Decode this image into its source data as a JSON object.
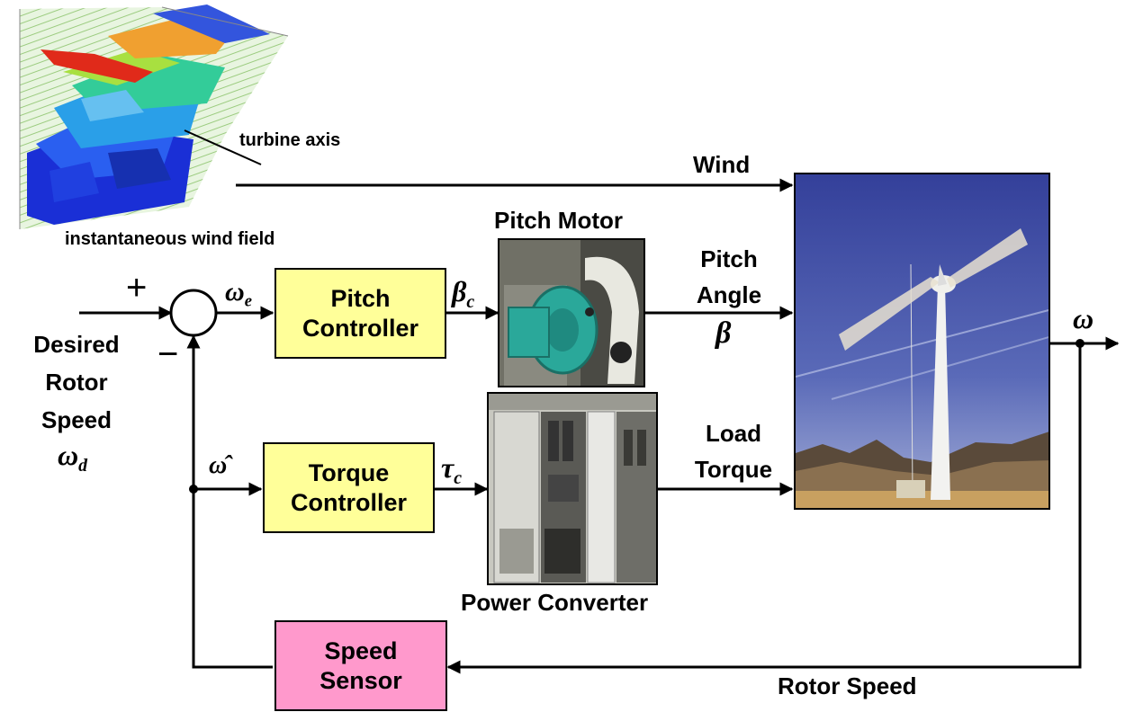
{
  "labels": {
    "turbine_axis": "turbine axis",
    "wind_field": "instantaneous wind field",
    "wind": "Wind",
    "pitch_motor": "Pitch Motor",
    "pitch_angle_line1": "Pitch",
    "pitch_angle_line2": "Angle",
    "beta": "β",
    "load_torque_line1": "Load",
    "load_torque_line2": "Torque",
    "power_converter": "Power Converter",
    "rotor_speed": "Rotor Speed",
    "desired_line1": "Desired",
    "desired_line2": "Rotor",
    "desired_line3": "Speed",
    "plus": "+",
    "minus": "−"
  },
  "symbols": {
    "omega_e_base": "ω",
    "omega_e_sub": "e",
    "beta_c_base": "β",
    "beta_c_sub": "c",
    "tau_c_base": "τ",
    "tau_c_sub": "c",
    "omega_hat": "ω̂",
    "omega_out": "ω",
    "omega_d_base": "ω",
    "omega_d_sub": "d"
  },
  "blocks": {
    "pitch_controller": {
      "line1": "Pitch",
      "line2": "Controller"
    },
    "torque_controller": {
      "line1": "Torque",
      "line2": "Controller"
    },
    "speed_sensor": {
      "line1": "Speed",
      "line2": "Sensor"
    }
  },
  "colors": {
    "controller_fill": "#ffff99",
    "sensor_fill": "#ff99cc",
    "sky": "#3f4fb0",
    "motor_teal": "#2aa89a"
  }
}
